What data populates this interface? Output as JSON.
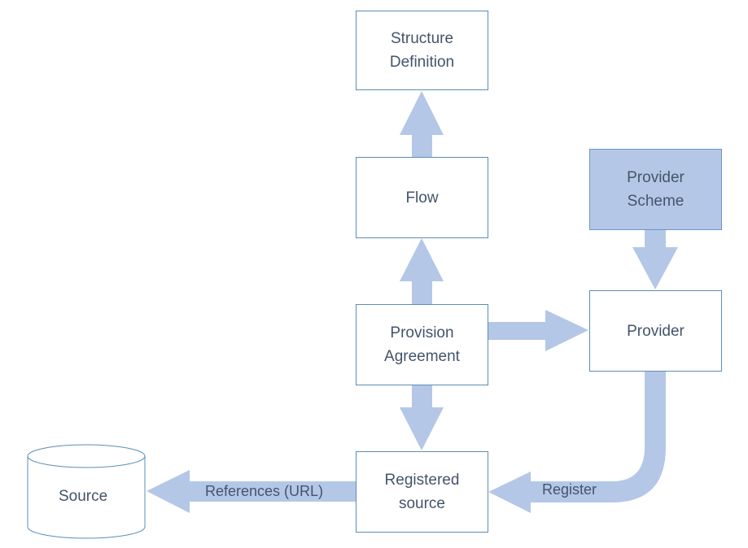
{
  "diagram": {
    "colors": {
      "arrow_fill": "#B4C7E7",
      "box_border": "#5B8DB8",
      "text": "#44546A",
      "scheme_fill": "#B4C7E7"
    },
    "nodes": {
      "structure_definition": "Structure\nDefinition",
      "flow": "Flow",
      "provision_agreement": "Provision\nAgreement",
      "provider_scheme": "Provider\nScheme",
      "provider": "Provider",
      "registered_source": "Registered\nsource",
      "source": "Source"
    },
    "edges": [
      {
        "from": "Flow",
        "to": "Structure Definition",
        "label": ""
      },
      {
        "from": "Provision Agreement",
        "to": "Flow",
        "label": ""
      },
      {
        "from": "Provision Agreement",
        "to": "Provider",
        "label": ""
      },
      {
        "from": "Provider Scheme",
        "to": "Provider",
        "label": ""
      },
      {
        "from": "Provision Agreement",
        "to": "Registered source",
        "label": ""
      },
      {
        "from": "Provider",
        "to": "Registered source",
        "label": "Register"
      },
      {
        "from": "Registered source",
        "to": "Source",
        "label": "References (URL)"
      }
    ],
    "edge_labels": {
      "register": "Register",
      "references": "References (URL)"
    }
  }
}
